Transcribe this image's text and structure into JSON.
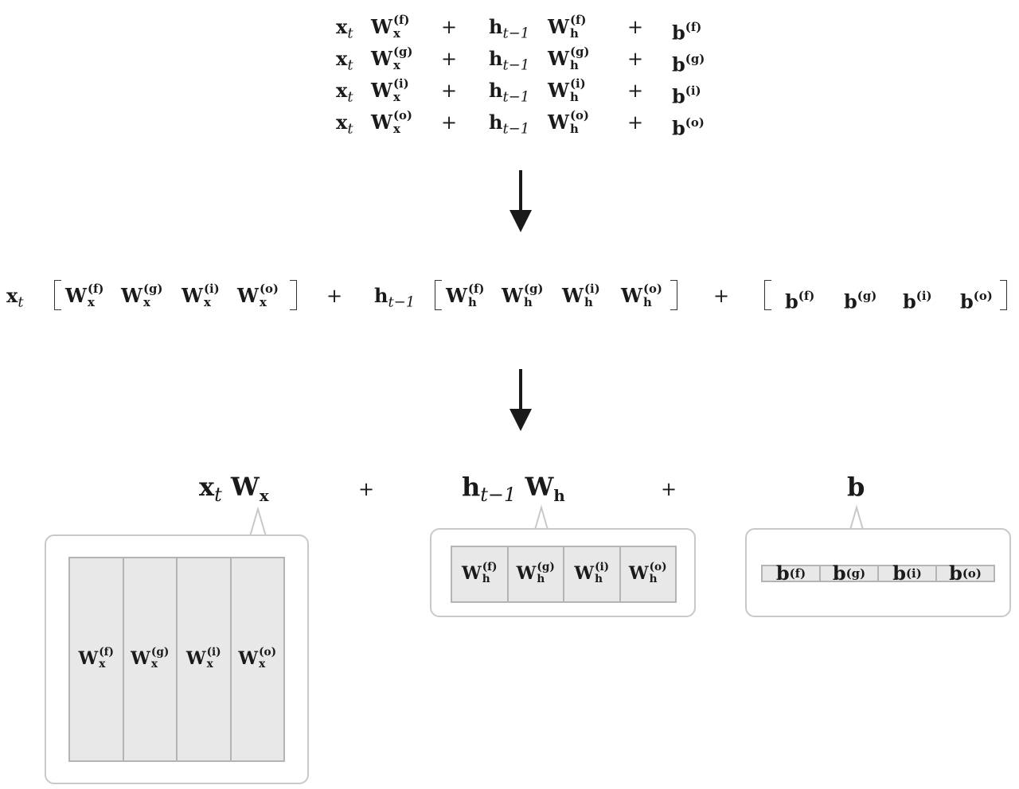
{
  "top_equations": {
    "x_symbol": "x",
    "t_sub": "t",
    "h_symbol": "h",
    "h_sub": "t−1",
    "W_symbol": "W",
    "b_symbol": "b",
    "x_index": "x",
    "h_index": "h",
    "plus": "+",
    "rows": [
      {
        "gate": "(f)"
      },
      {
        "gate": "(g)"
      },
      {
        "gate": "(i)"
      },
      {
        "gate": "(o)"
      }
    ]
  },
  "middle": {
    "x_label": "x",
    "t_sub": "t",
    "h_label": "h",
    "h_sub": "t−1",
    "plus": "+",
    "gates": [
      "(f)",
      "(g)",
      "(i)",
      "(o)"
    ]
  },
  "bottom": {
    "xw_label": "x",
    "xw_t": "t",
    "xw_W": "W",
    "xw_sub": "x",
    "hw_label": "h",
    "hw_sub": "t−1",
    "hw_W": "W",
    "hw_Wsub": "h",
    "b_label": "b",
    "plus": "+",
    "gates": [
      "(f)",
      "(g)",
      "(i)",
      "(o)"
    ]
  },
  "colors": {
    "cell_fill": "#e8e8e8",
    "cell_border": "#b4b4b4",
    "callout_border": "#c8c8c8",
    "ink": "#1a1a1a"
  }
}
